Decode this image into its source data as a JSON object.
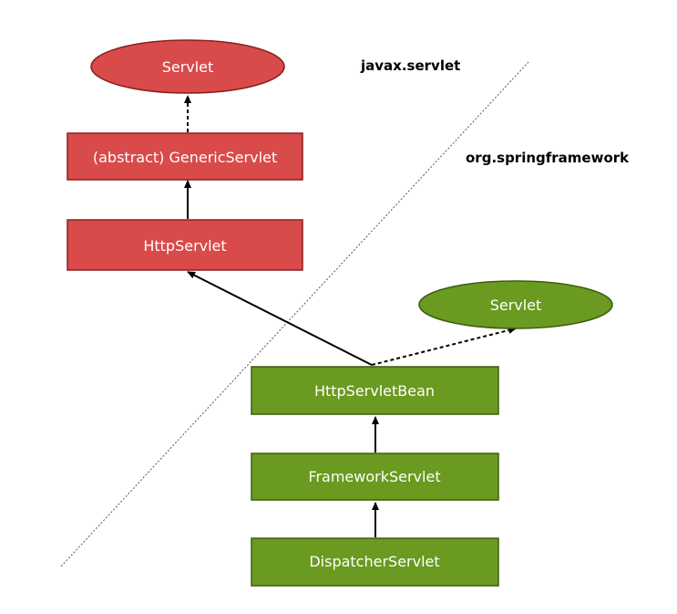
{
  "packages": {
    "top": "javax.servlet",
    "bottom": "org.springframework"
  },
  "nodes": {
    "servlet_javax": "Servlet",
    "generic_servlet": "(abstract) GenericServlet",
    "http_servlet": "HttpServlet",
    "servlet_spring": "Servlet",
    "http_servlet_bean": "HttpServletBean",
    "framework_servlet": "FrameworkServlet",
    "dispatcher_servlet": "DispatcherServlet"
  },
  "colors": {
    "red_fill": "#d94a4a",
    "red_stroke": "#8a1f1f",
    "green_fill": "#6a9a1f",
    "green_stroke": "#3e5c10"
  }
}
